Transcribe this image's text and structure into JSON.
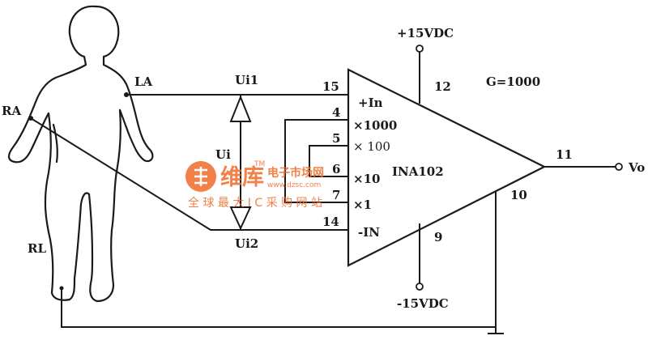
{
  "labels": {
    "ra": "RA",
    "la": "LA",
    "rl": "RL",
    "ui1": "Ui1",
    "ui2": "Ui2",
    "ui": "Ui",
    "vo": "Vo",
    "gain": "G=1000",
    "vpos": "+15VDC",
    "vneg": "-15VDC",
    "chip": "INA102",
    "in_pos": "+In",
    "in_neg": "-IN",
    "x1000": "×1000",
    "x100": "× 100",
    "x10": "×10",
    "x1": "×1"
  },
  "pins": {
    "p15": "15",
    "p4": "4",
    "p5": "5",
    "p6": "6",
    "p7": "7",
    "p14": "14",
    "p12": "12",
    "p9": "9",
    "p11": "11",
    "p10": "10"
  },
  "watermark": {
    "brand": "维库",
    "title": "电子市场网",
    "url": "www.dzsc.com",
    "tm": "TM",
    "slogan": "全 球 最 大 I C 采 购 网 站"
  },
  "colors": {
    "ink": "#1a1a1a",
    "watermark": "#f06a2a"
  }
}
